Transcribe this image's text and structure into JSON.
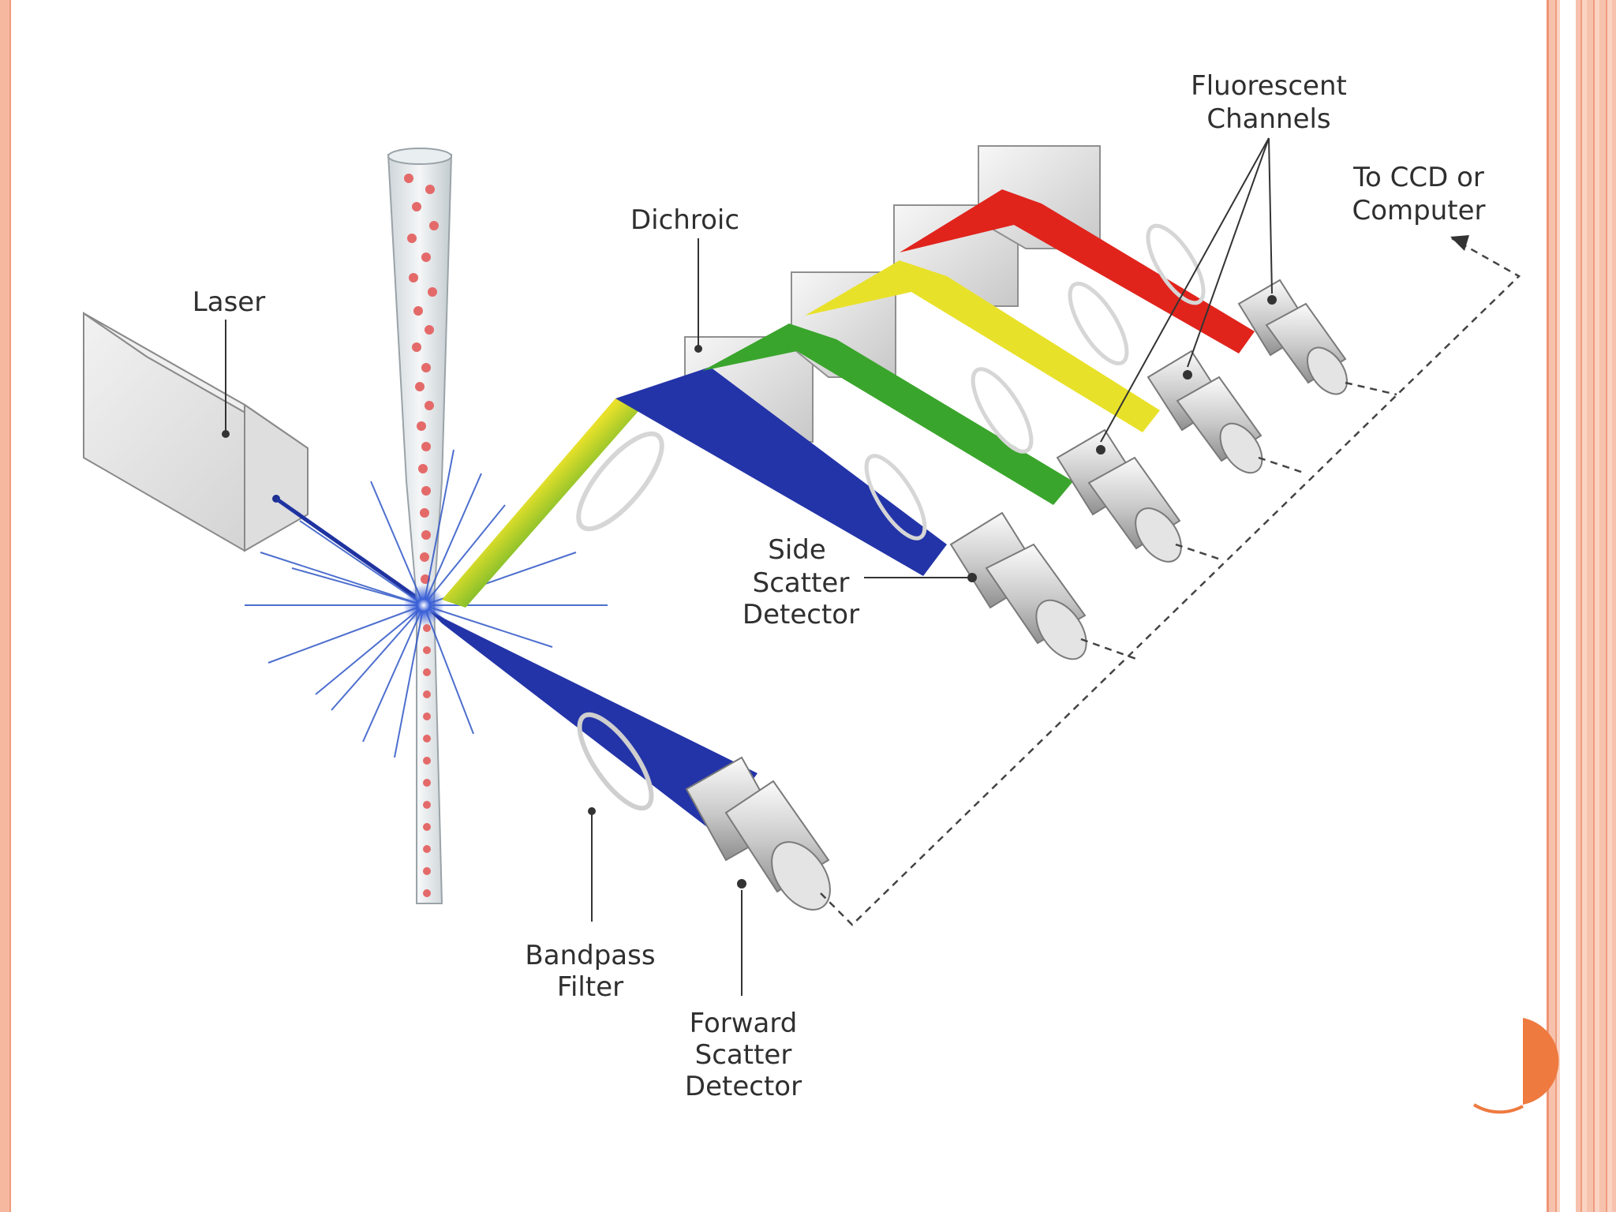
{
  "labels": {
    "laser": "Laser",
    "dichroic": "Dichroic",
    "fluorescent_1": "Fluorescent",
    "fluorescent_2": "Channels",
    "ccd_1": "To CCD or",
    "ccd_2": "Computer",
    "side_1": "Side",
    "side_2": "Scatter",
    "side_3": "Detector",
    "bandpass_1": "Bandpass",
    "bandpass_2": "Filter",
    "forward_1": "Forward",
    "forward_2": "Scatter",
    "forward_3": "Detector"
  },
  "colors": {
    "frame": "#f6b9a0",
    "accent": "#ee7a3f",
    "beam_blue": "#2334a8",
    "beam_green": "#3aa52c",
    "beam_yellow": "#e8e12a",
    "beam_red": "#e0241c"
  }
}
